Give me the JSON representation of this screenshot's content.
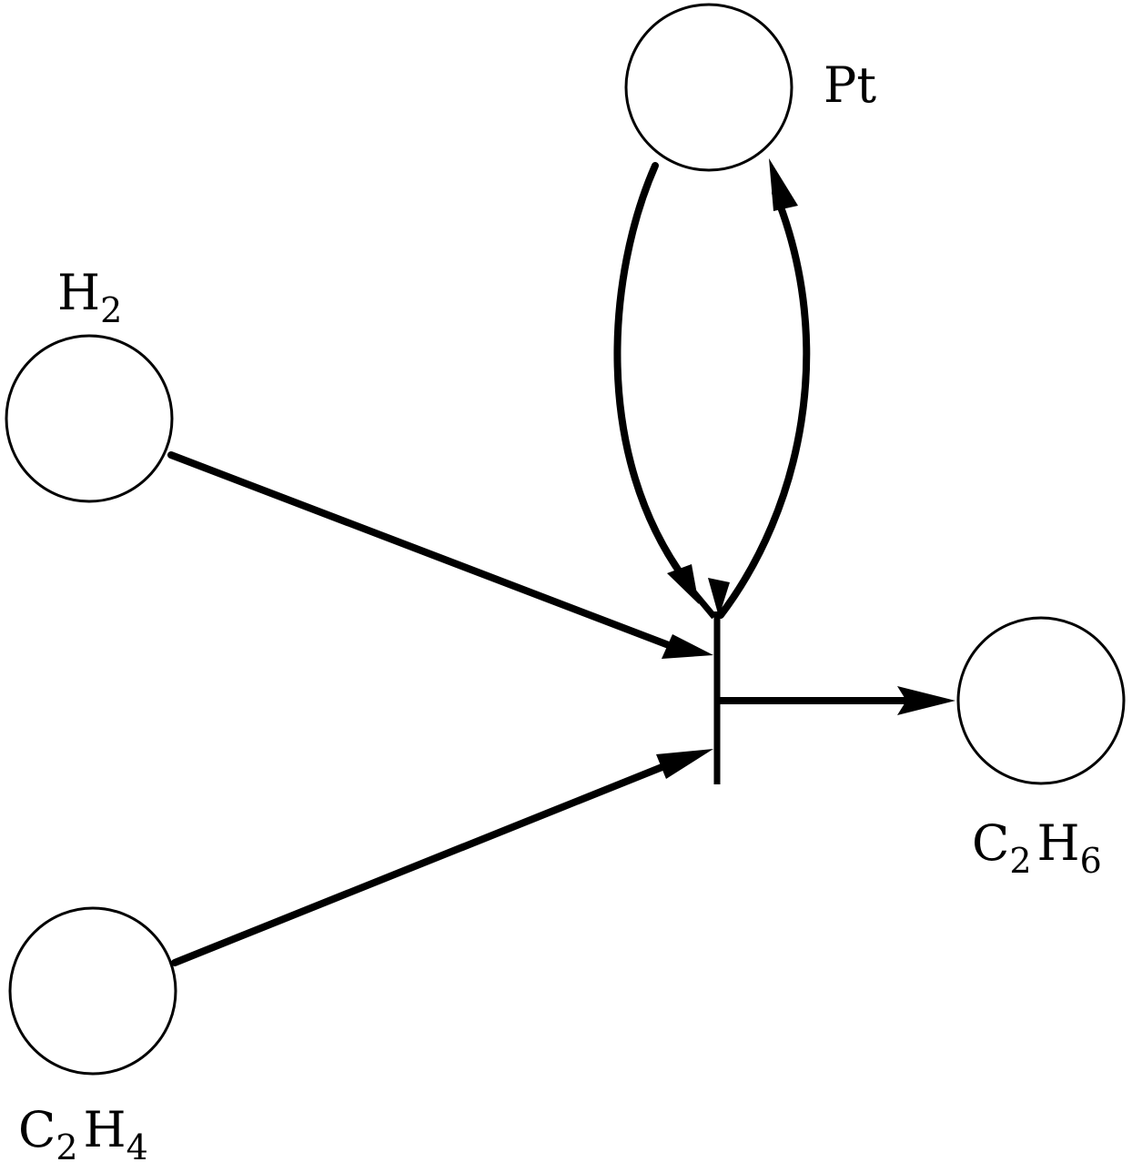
{
  "diagram": {
    "type": "petri-net",
    "places": [
      {
        "id": "pt",
        "label": {
          "main": "Pt",
          "sub": ""
        }
      },
      {
        "id": "h2",
        "label": {
          "main": "H",
          "sub": "2"
        }
      },
      {
        "id": "c2h4",
        "label": {
          "main1": "C",
          "sub1": "2",
          "main2": "H",
          "sub2": "4"
        }
      },
      {
        "id": "c2h6",
        "label": {
          "main1": "C",
          "sub1": "2",
          "main2": "H",
          "sub2": "6"
        }
      }
    ],
    "transitions": [
      {
        "id": "t1"
      }
    ],
    "arcs": [
      {
        "from": "h2",
        "to": "t1"
      },
      {
        "from": "c2h4",
        "to": "t1"
      },
      {
        "from": "pt",
        "to": "t1"
      },
      {
        "from": "t1",
        "to": "pt"
      },
      {
        "from": "t1",
        "to": "c2h6"
      }
    ],
    "colors": {
      "stroke": "#000000",
      "background": "#ffffff"
    }
  }
}
